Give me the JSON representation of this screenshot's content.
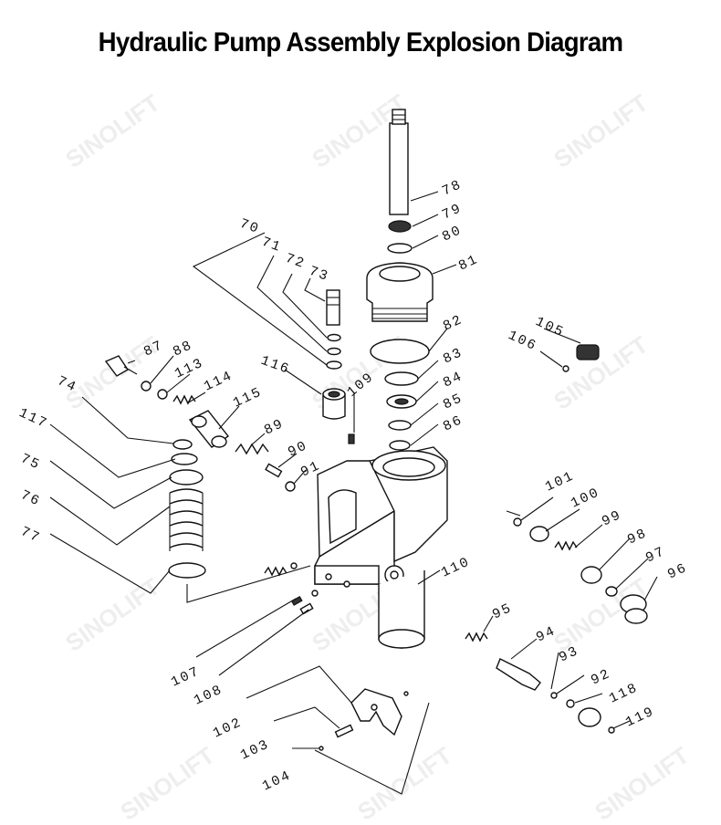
{
  "title": "Hydraulic Pump Assembly Explosion Diagram",
  "watermark": "SINOLIFT",
  "part_numbers": {
    "p70": "70",
    "p71": "71",
    "p72": "72",
    "p73": "73",
    "p74": "74",
    "p75": "75",
    "p76": "76",
    "p77": "77",
    "p78": "78",
    "p79": "79",
    "p80": "80",
    "p81": "81",
    "p82": "82",
    "p83": "83",
    "p84": "84",
    "p85": "85",
    "p86": "86",
    "p87": "87",
    "p88": "88",
    "p89": "89",
    "p90": "90",
    "p91": "91",
    "p92": "92",
    "p93": "93",
    "p94": "94",
    "p95": "95",
    "p96": "96",
    "p97": "97",
    "p98": "98",
    "p99": "99",
    "p100": "100",
    "p101": "101",
    "p102": "102",
    "p103": "103",
    "p104": "104",
    "p105": "105",
    "p106": "106",
    "p107": "107",
    "p108": "108",
    "p109": "109",
    "p110": "110",
    "p113": "113",
    "p114": "114",
    "p115": "115",
    "p116": "116",
    "p117": "117",
    "p118": "118",
    "p119": "119"
  }
}
